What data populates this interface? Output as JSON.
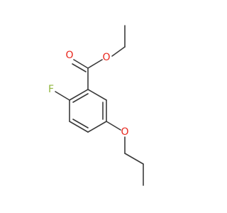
{
  "molecule": {
    "atoms": {
      "o_carbonyl": "O",
      "o_ester": "O",
      "o_ether": "O",
      "fluorine": "F"
    },
    "colors": {
      "bond": "#3a3a3a",
      "oxygen": "#e8261c",
      "fluorine": "#8fb53b"
    }
  }
}
